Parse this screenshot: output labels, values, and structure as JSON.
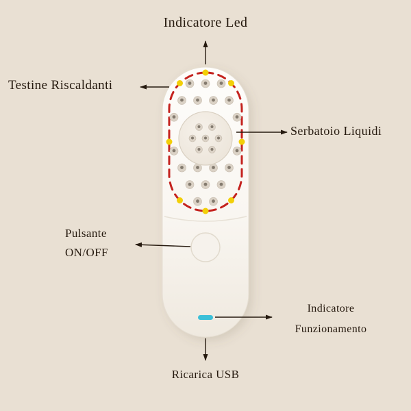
{
  "labels": {
    "led": "Indicatore Led",
    "heating_heads": "Testine Riscaldanti",
    "reservoir": "Serbatoio Liquidi",
    "power_line1": "Pulsante",
    "power_line2": "ON/OFF",
    "operation_line1": "Indicatore",
    "operation_line2": "Funzionamento",
    "usb": "Ricarica USB"
  },
  "colors": {
    "background": "#e9e0d3",
    "text": "#261a0f",
    "device_body": "#f9f6f1",
    "dashed_border": "#c4221e",
    "led_dot": "#f2cf08",
    "indicator": "#3cc0d8"
  }
}
